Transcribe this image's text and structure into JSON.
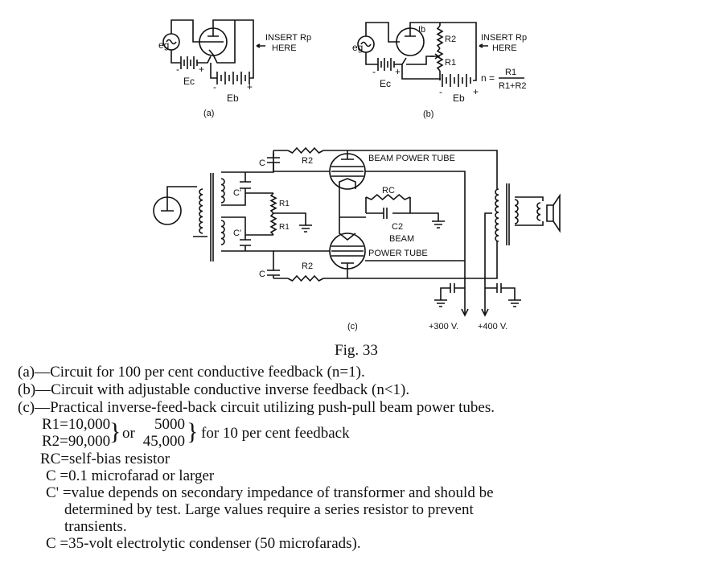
{
  "diagram_a": {
    "eg": "eg",
    "insert": "INSERT Rp",
    "here": "HERE",
    "ec": "Ec",
    "eb": "Eb",
    "minus": "-",
    "plus": "+",
    "label": "(a)"
  },
  "diagram_b": {
    "eg": "eg",
    "ib": "Ib",
    "r2": "R2",
    "r1": "R1",
    "insert": "INSERT Rp",
    "here": "HERE",
    "n_eq": "n =",
    "n_num": "R1",
    "n_den": "R1+R2",
    "ec": "Ec",
    "eb": "Eb",
    "minus": "-",
    "plus": "+",
    "label": "(b)"
  },
  "diagram_c": {
    "c": "C",
    "c_prime": "C'",
    "r1": "R1",
    "r2": "R2",
    "rc": "RC",
    "c2": "C2",
    "tube_top": "BEAM POWER TUBE",
    "tube_bottom_1": "BEAM",
    "tube_bottom_2": "POWER TUBE",
    "v300": "+300 V.",
    "v400": "+400 V.",
    "label": "(c)"
  },
  "caption": {
    "fig": "Fig. 33",
    "a": "(a)—Circuit for 100 per cent conductive feedback (n=1).",
    "b": "(b)—Circuit with adjustable conductive inverse feedback (n<1).",
    "c": "(c)—Practical inverse-feed-back circuit utilizing push-pull beam power tubes.",
    "r1_line": "R1=10,000",
    "r2_line": "R2=90,000",
    "or": "or",
    "alt1": "5000",
    "alt2": "45,000",
    "for_text": "for 10 per cent feedback",
    "rc_def": "RC=self-bias resistor",
    "c_def": "C =0.1 microfarad or larger",
    "cp_def_1": "C' =value depends on secondary impedance of transformer and should be",
    "cp_def_2": "determined by test. Large values require a series resistor to prevent",
    "cp_def_3": "transients.",
    "c35_def": "C =35-volt electrolytic condenser (50 microfarads)."
  }
}
